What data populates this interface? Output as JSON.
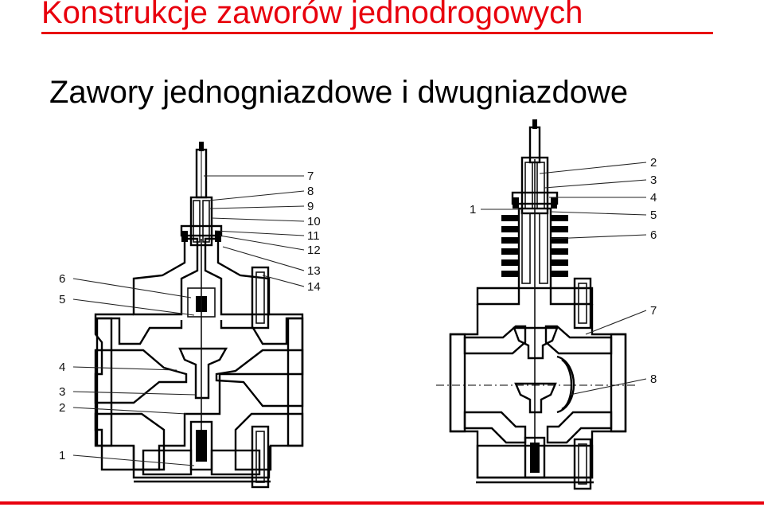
{
  "title": "Konstrukcje zaworów jednodrogowych",
  "subtitle": "Zawory jednogniazdowe i dwugniazdowe",
  "colors": {
    "title": "#e8000d",
    "rule": "#e8000d",
    "ink": "#000000"
  },
  "left_valve": {
    "labels_right": [
      "7",
      "8",
      "9",
      "10",
      "11",
      "12",
      "13",
      "14"
    ],
    "labels_left": [
      "6",
      "5",
      "4",
      "3",
      "2",
      "1"
    ]
  },
  "right_valve": {
    "labels_right": [
      "2",
      "3",
      "4",
      "5",
      "6",
      "7",
      "8"
    ],
    "labels_left": [
      "1"
    ]
  }
}
